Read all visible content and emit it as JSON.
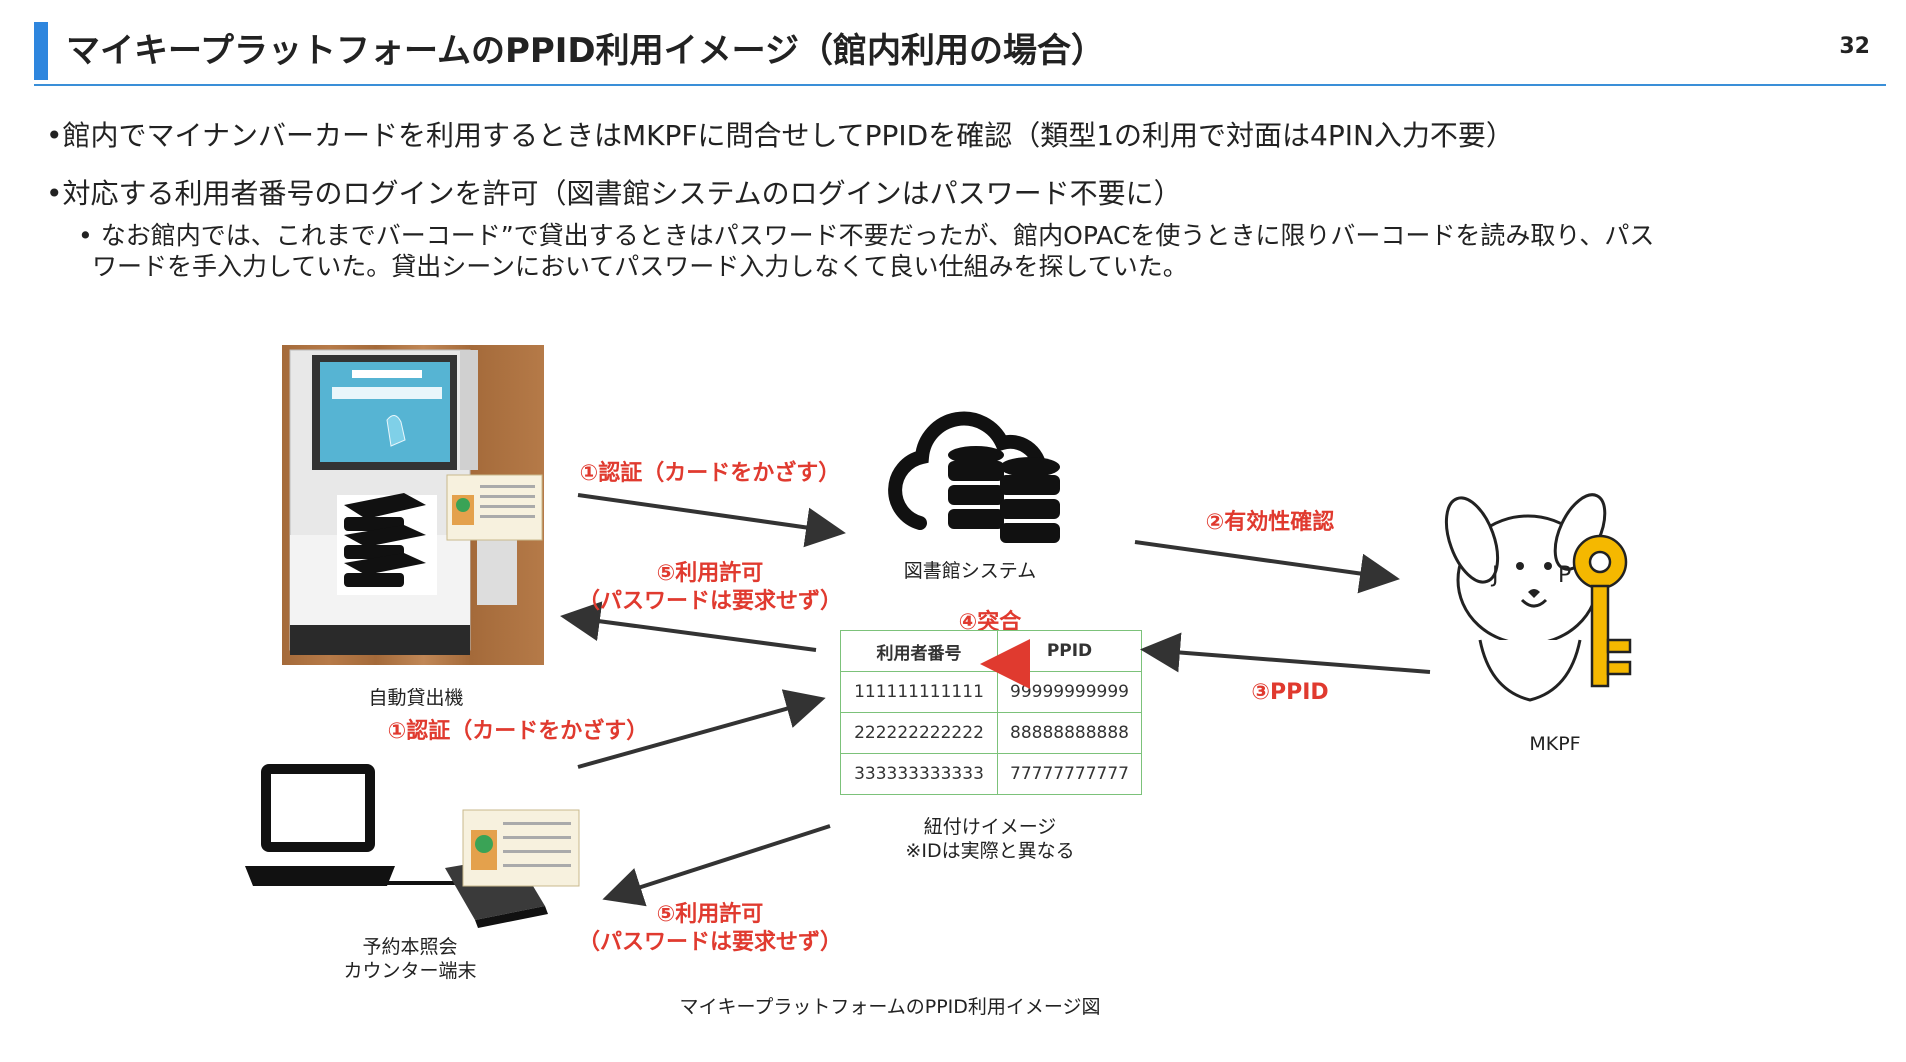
{
  "header": {
    "title": "マイキープラットフォームのPPID利用イメージ（館内利用の場合）",
    "page_number": "32",
    "accent_color": "#2e86de"
  },
  "bullets": {
    "b1": "•館内でマイナンバーカードを利用するときはMKPFに問合せしてPPIDを確認（類型1の利用で対面は4PIN入力不要）",
    "b2": "•対応する利用者番号のログインを許可（図書館システムのログインはパスワード不要に）",
    "b3_line1": "• なお館内では、これまでバーコード”で貸出するときはパスワード不要だったが、館内OPACを使うときに限りバーコードを読み取り、パス",
    "b3_line2": "ワードを手入力していた。貸出シーンにおいてパスワード入力しなくて良い仕組みを探していた。"
  },
  "diagram": {
    "kiosk_label": "自動貸出機",
    "terminal_label_1": "予約本照会",
    "terminal_label_2": "カウンター端末",
    "library_system_label": "図書館システム",
    "mkpf_label": "MKPF",
    "step1_top": "①認証（カードをかざす）",
    "step1_bottom": "①認証（カードをかざす）",
    "step2": "②有効性確認",
    "step3": "③PPID",
    "step4": "④突合",
    "step5_top_line1": "⑤利用許可",
    "step5_top_line2": "（パスワードは要求せず）",
    "step5_bottom_line1": "⑤利用許可",
    "step5_bottom_line2": "（パスワードは要求せず）",
    "mapping_caption_1": "紐付けイメージ",
    "mapping_caption_2": "※IDは実際と異なる",
    "figure_caption": "マイキープラットフォームのPPID利用イメージ図",
    "step_color": "#e03a2f"
  },
  "mapping_table": {
    "headers": [
      "利用者番号",
      "PPID"
    ],
    "rows": [
      [
        "111111111111",
        "99999999999"
      ],
      [
        "222222222222",
        "88888888888"
      ],
      [
        "333333333333",
        "77777777777"
      ]
    ]
  }
}
